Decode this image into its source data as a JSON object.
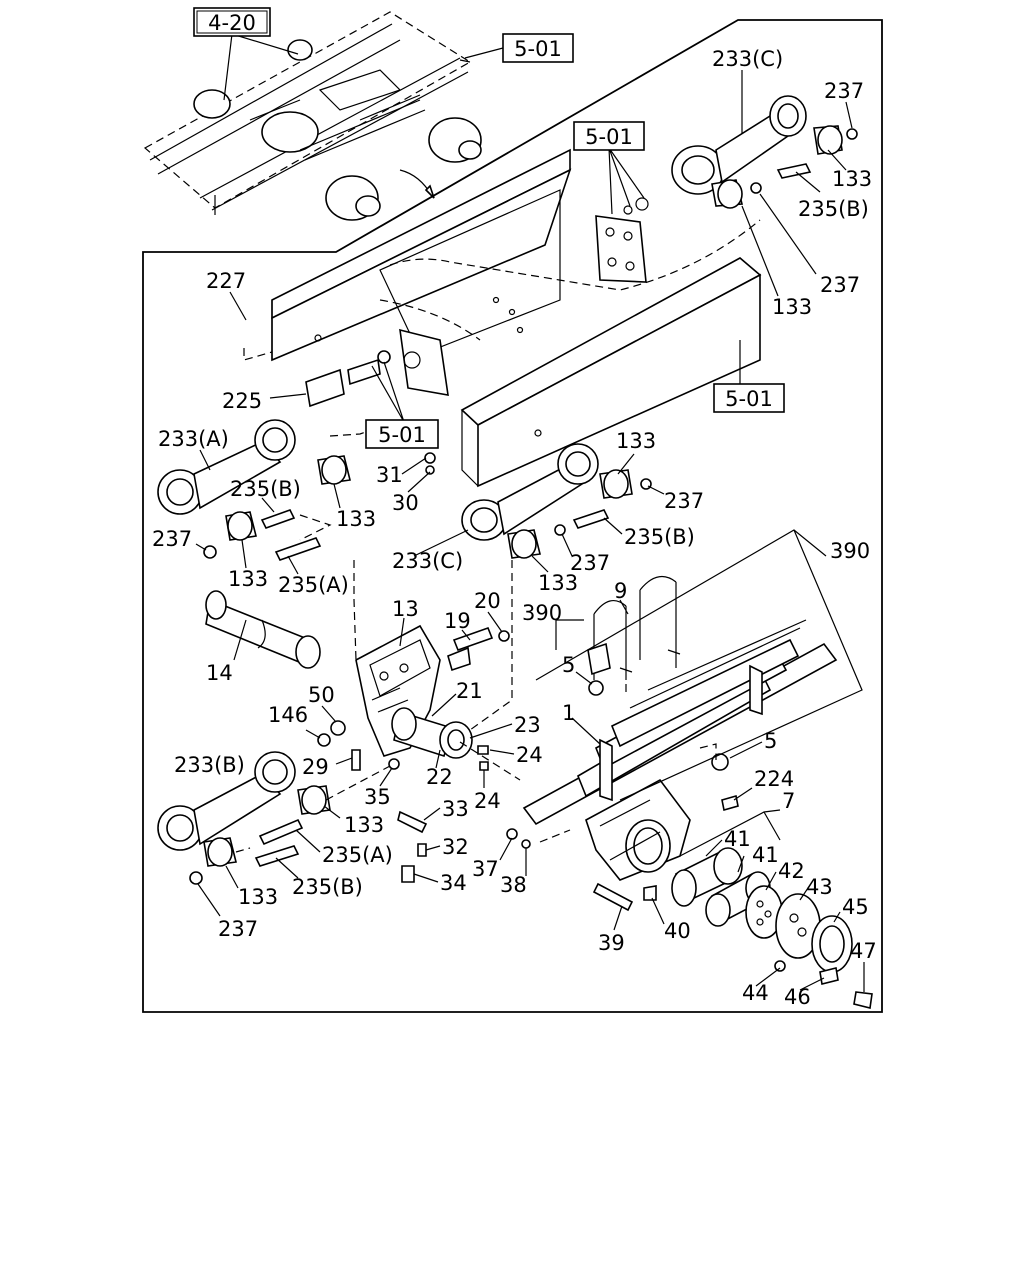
{
  "refs": {
    "r420": "4-20",
    "r501a": "5-01",
    "r501b": "5-01",
    "r501c": "5-01",
    "r501d": "5-01"
  },
  "labels": {
    "l233c_top": "233(C)",
    "l237_top": "237",
    "l133_top": "133",
    "l235b_top": "235(B)",
    "l237_mid": "237",
    "l133_mid": "133",
    "l227": "227",
    "l225": "225",
    "l233a": "233(A)",
    "l235b_a": "235(B)",
    "l31": "31",
    "l30": "30",
    "l133_a": "133",
    "l237_a": "237",
    "l133_a2": "133",
    "l235a_a": "235(A)",
    "l133_c": "133",
    "l237_c": "237",
    "l235b_c": "235(B)",
    "l233c_c": "233(C)",
    "l237_c2": "237",
    "l133_c2": "133",
    "l390_a": "390",
    "l390_b": "390",
    "l9": "9",
    "l13": "13",
    "l19": "19",
    "l20": "20",
    "l14": "14",
    "l5_a": "5",
    "l50": "50",
    "l21": "21",
    "l146": "146",
    "l1": "1",
    "l23": "23",
    "l24_a": "24",
    "l5_b": "5",
    "l29": "29",
    "l22": "22",
    "l24_b": "24",
    "l224": "224",
    "l233b": "233(B)",
    "l35": "35",
    "l33": "33",
    "l7": "7",
    "l133_b": "133",
    "l32": "32",
    "l41_a": "41",
    "l41_b": "41",
    "l235a_b": "235(A)",
    "l42": "42",
    "l43": "43",
    "l37": "37",
    "l38": "38",
    "l34": "34",
    "l235b_b": "235(B)",
    "l133_b2": "133",
    "l45": "45",
    "l237_b": "237",
    "l39": "39",
    "l40": "40",
    "l47": "47",
    "l44": "44",
    "l46": "46"
  }
}
